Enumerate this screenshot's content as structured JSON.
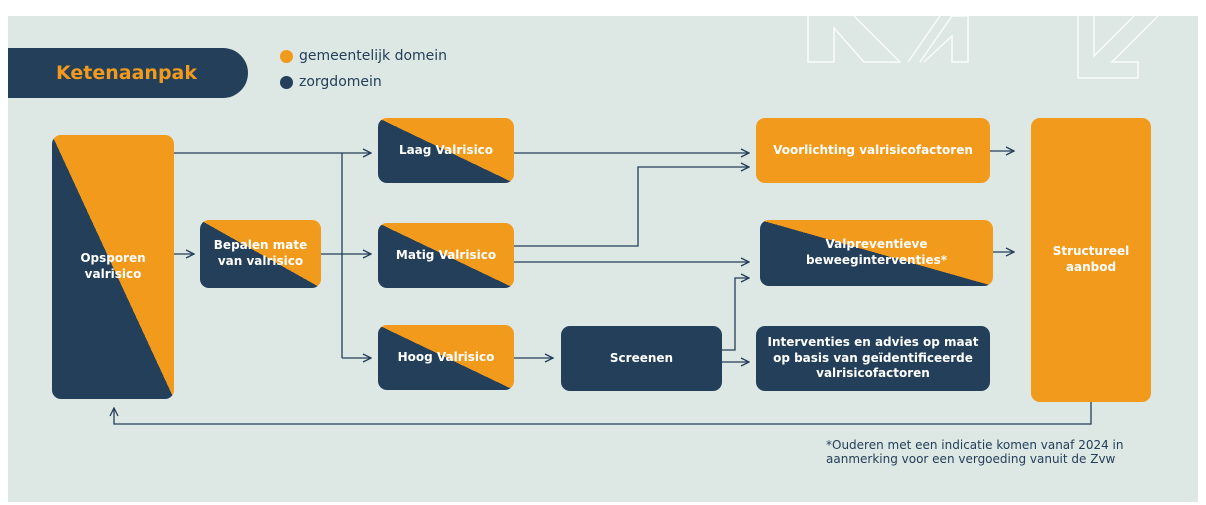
{
  "title": "Ketenaanpak",
  "legend": [
    {
      "label": "gemeentelijk domein",
      "color": "#f29a1c"
    },
    {
      "label": "zorgdomein",
      "color": "#233f5a"
    }
  ],
  "colors": {
    "orange": "#f29a1c",
    "navy": "#233f5a",
    "background": "#dde7e3",
    "line": "#233f5a"
  },
  "nodes": {
    "opsporen": "Opsporen\nvalrisico",
    "bepalen": "Bepalen mate\nvan valrisico",
    "laag": "Laag Valrisico",
    "matig": "Matig Valrisico",
    "hoog": "Hoog Valrisico",
    "screenen": "Screenen",
    "voorlichting": "Voorlichting valrisicofactoren",
    "valpreventie": "Valpreventieve\nbeweeginterventies*",
    "interventies": "Interventies en advies op maat\nop basis van geïdentificeerde\nvalrisicofactoren",
    "structureel": "Structureel\naanbod"
  },
  "footnote": "*Ouderen met een indicatie komen vanaf 2024 in\naanmerking voor een vergoeding vanuit de Zvw"
}
